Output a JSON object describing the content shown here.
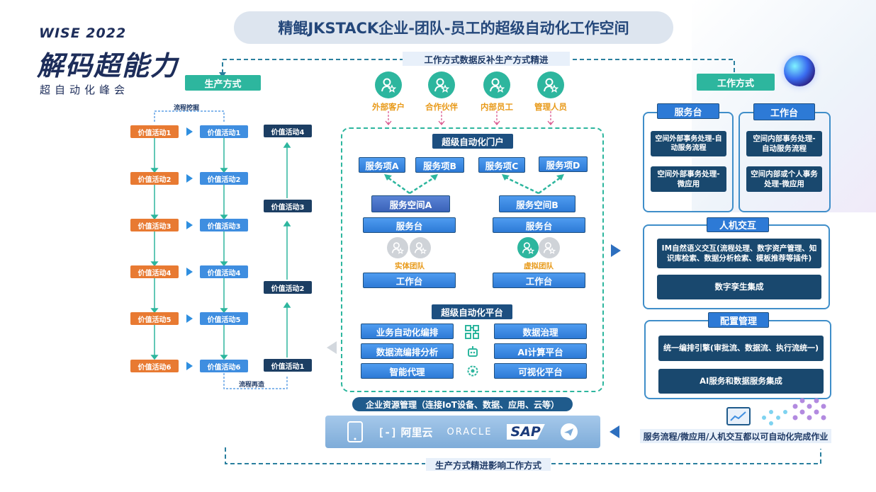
{
  "title": "精鲲JKSTACK企业-团队-员工的超级自动化工作空间",
  "logo": {
    "line1": "WISE 2022",
    "line2": "解码超能力",
    "line3": "超自动化峰会"
  },
  "labels": {
    "production_mode": "生产方式",
    "work_mode": "工作方式",
    "feedback_top": "工作方式数据反补生产方式精进",
    "feedback_bottom": "生产方式精进影响工作方式",
    "process_mining": "流程挖掘",
    "process_reengineering": "流程再造"
  },
  "value_activities": {
    "col1": [
      "价值活动1",
      "价值活动2",
      "价值活动3",
      "价值活动4",
      "价值活动5",
      "价值活动6"
    ],
    "col2": [
      "价值活动1",
      "价值活动2",
      "价值活动3",
      "价值活动4",
      "价值活动5",
      "价值活动6"
    ],
    "col3": [
      "价值活动4",
      "价值活动3",
      "价值活动2",
      "价值活动1"
    ]
  },
  "roles": [
    {
      "label": "外部客户",
      "icon": "user-star-icon"
    },
    {
      "label": "合作伙伴",
      "icon": "user-star-icon"
    },
    {
      "label": "内部员工",
      "icon": "user-star-icon"
    },
    {
      "label": "管理人员",
      "icon": "user-star-icon"
    }
  ],
  "portal": {
    "title": "超级自动化门户",
    "services": [
      "服务项A",
      "服务项B",
      "服务项C",
      "服务项D"
    ],
    "spaces": [
      "服务空间A",
      "服务空间B"
    ],
    "service_desk": "服务台",
    "workbench": "工作台",
    "team_real": "实体团队",
    "team_virtual": "虚拟团队"
  },
  "platform": {
    "title": "超级自动化平台",
    "left": [
      "业务自动化编排",
      "数据流编排分析",
      "智能代理"
    ],
    "right": [
      "数据治理",
      "AI计算平台",
      "可视化平台"
    ]
  },
  "enterprise": {
    "label": "企业资源管理（连接IoT设备、数据、应用、云等）",
    "vendors": [
      "阿里云",
      "ORACLE",
      "SAP"
    ]
  },
  "right_panel": {
    "service_desk": {
      "title": "服务台",
      "items": [
        "空间外部事务处理-自动服务流程",
        "空间外部事务处理-微应用"
      ]
    },
    "workbench": {
      "title": "工作台",
      "items": [
        "空间内部事务处理-自动服务流程",
        "空间内部或个人事务处理-微应用"
      ]
    },
    "hci": {
      "title": "人机交互",
      "items": [
        "IM自然语义交互(流程处理、数字资产管理、知识库检索、数据分析检索、模板推荐等插件)",
        "数字孪生集成"
      ]
    },
    "config": {
      "title": "配置管理",
      "items": [
        "统一编排引擎(审批流、数据流、执行流统一)",
        "AI服务和数据服务集成"
      ]
    },
    "note": "服务流程/微应用/人机交互都以可自动化完成作业"
  },
  "colors": {
    "teal": "#2db69e",
    "navy": "#1d4f80",
    "blue": "#3f8ee0",
    "orange": "#e87a32"
  }
}
